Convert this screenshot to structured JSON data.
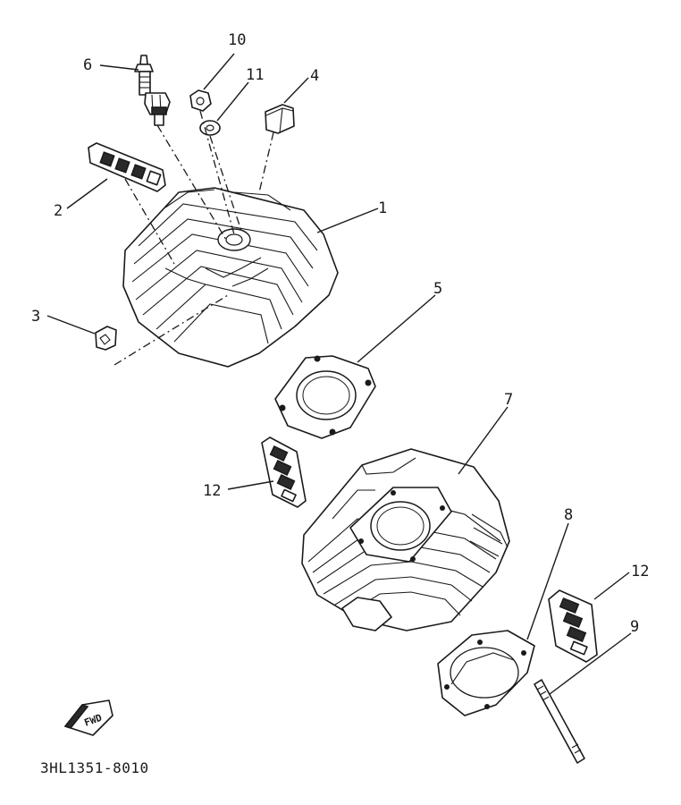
{
  "diagram": {
    "code": "3HL1351-8010",
    "fwd_mark": "FWD",
    "callouts": [
      {
        "id": "1",
        "part": "cylinder head"
      },
      {
        "id": "2",
        "part": "plug (head front)"
      },
      {
        "id": "3",
        "part": "plug (small)"
      },
      {
        "id": "4",
        "part": "plug (right)"
      },
      {
        "id": "5",
        "part": "cylinder head gasket"
      },
      {
        "id": "6",
        "part": "spark plug"
      },
      {
        "id": "7",
        "part": "cylinder"
      },
      {
        "id": "8",
        "part": "cylinder gasket"
      },
      {
        "id": "9",
        "part": "stud bolt"
      },
      {
        "id": "10",
        "part": "nut"
      },
      {
        "id": "11",
        "part": "washer"
      },
      {
        "id": "12a",
        "part": "damper (left)"
      },
      {
        "id": "12b",
        "part": "damper (right)"
      }
    ],
    "labels": {
      "c1": "1",
      "c2": "2",
      "c3": "3",
      "c4": "4",
      "c5": "5",
      "c6": "6",
      "c7": "7",
      "c8": "8",
      "c9": "9",
      "c10": "10",
      "c11": "11",
      "c12a": "12",
      "c12b": "12"
    }
  }
}
